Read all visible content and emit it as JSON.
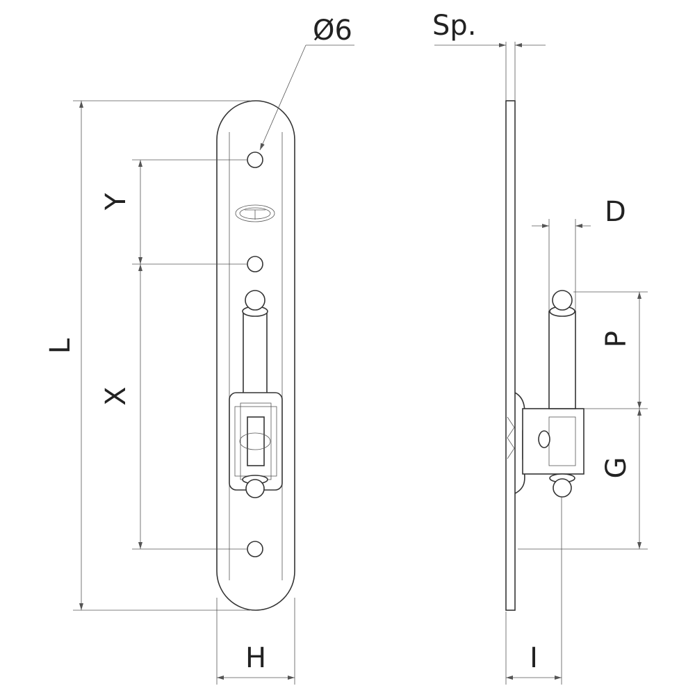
{
  "labels": {
    "hole_diameter": "Ø6",
    "thickness": "Sp.",
    "length": "L",
    "hole_spacing_y": "Y",
    "hole_spacing_x": "X",
    "width": "H",
    "pin_diameter": "D",
    "pin_height": "P",
    "offset_g": "G",
    "offset_i": "I"
  }
}
